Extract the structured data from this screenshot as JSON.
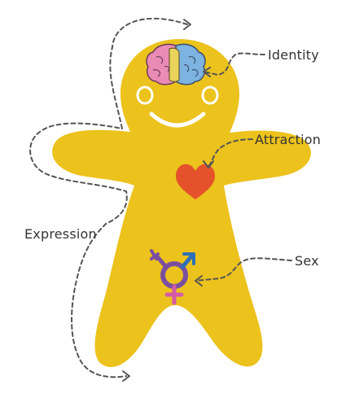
{
  "labels": {
    "identity": "Identity",
    "attraction": "Attraction",
    "expression": "Expression",
    "sex": "Sex"
  },
  "colors": {
    "body": "#ECC21C",
    "heart": "#E4512B",
    "line": "#555555",
    "text": "#333333",
    "symbol_purple": "#7B4FA0",
    "symbol_blue": "#2E6FB5",
    "symbol_pink": "#D45AA8",
    "brain_pink": "#E98BB4",
    "brain_yellow": "#E9D35A",
    "brain_blue": "#7DB3E0"
  },
  "icons": {
    "head": "brain-icon",
    "chest": "heart-icon",
    "pelvis": "transgender-symbol-icon"
  }
}
